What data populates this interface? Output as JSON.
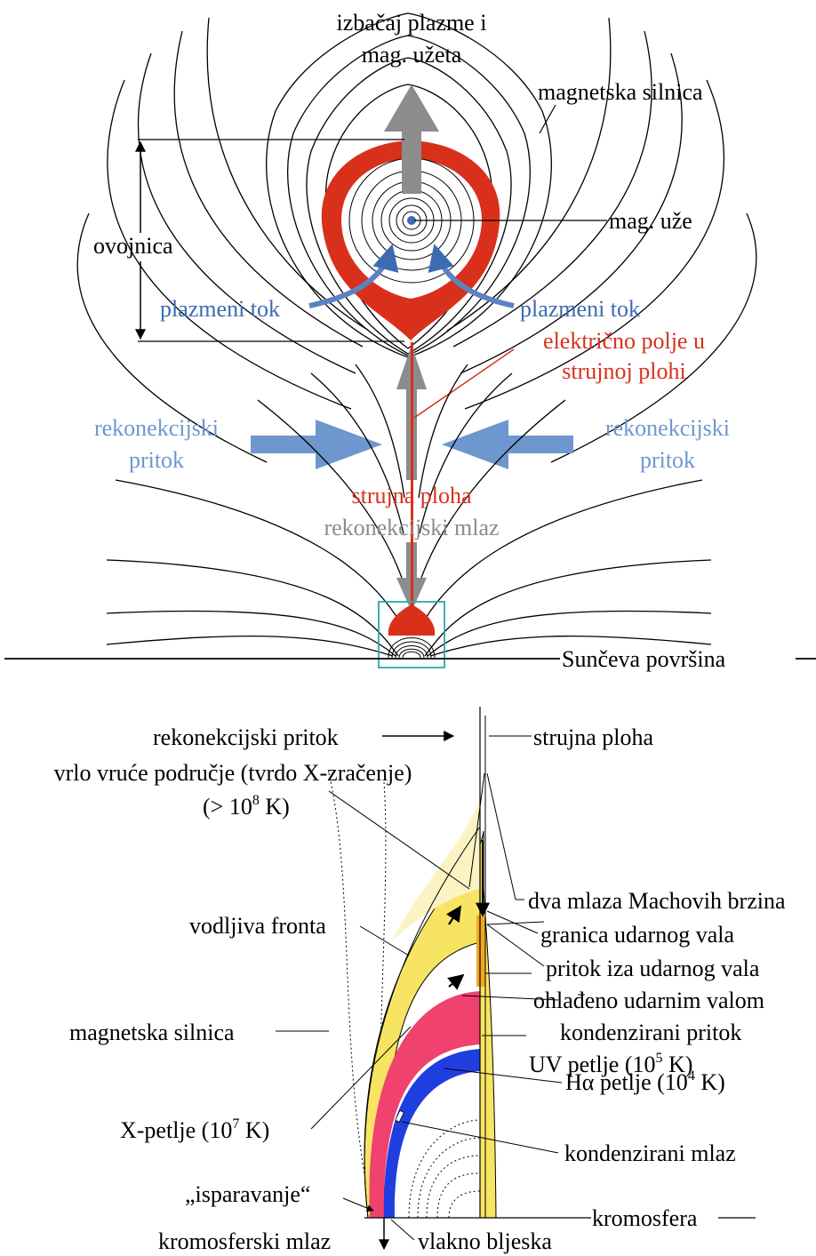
{
  "top": {
    "eruption_line1": "izbačaj plazme i",
    "eruption_line2": "mag. užeta",
    "field_line": "magnetska silnica",
    "envelope": "ovojnica",
    "flux_rope": "mag. uže",
    "plasma_flow_left": "plazmeni tok",
    "plasma_flow_right": "plazmeni tok",
    "efield_line1": "električno polje u",
    "efield_line2": "strujnoj plohi",
    "inflow_left_1": "rekonekcijski",
    "inflow_left_2": "pritok",
    "inflow_right_1": "rekonekcijski",
    "inflow_right_2": "pritok",
    "current_sheet": "strujna ploha",
    "reconnection_jet": "rekonekcijski mlaz",
    "sun_surface": "Sunčeva površina"
  },
  "bottom": {
    "inflow": "rekonekcijski pritok",
    "current_sheet": "strujna ploha",
    "hot_region": "vrlo vruće područje (tvrdo X-zračenje)",
    "hot_temp_prefix": "(> 10",
    "hot_temp_exp": "8",
    "hot_temp_suffix": " K)",
    "mach_jets": "dva mlaza Machovih brzina",
    "shock_boundary": "granica udarnog vala",
    "post_shock_inflow": "pritok iza udarnog vala",
    "shock_cooled": "ohlađeno udarnim valom",
    "conduction_front": "vodljiva fronta",
    "condensed_inflow": "kondenzirani pritok",
    "field_line": "magnetska silnica",
    "uv_loops_prefix": "UV petlje (10",
    "uv_loops_exp": "5",
    "uv_loops_suffix": " K)",
    "x_loops_prefix": "X-petlje (10",
    "x_loops_exp": "7",
    "x_loops_suffix": " K)",
    "ha_loops_prefix": "Hα petlje (10",
    "ha_loops_exp": "4",
    "ha_loops_suffix": " K)",
    "condensed_jet": "kondenzirani mlaz",
    "evaporation": "„isparavanje“",
    "chromosphere": "kromosfera",
    "chromo_jet": "kromosferski mlaz",
    "flare_ribbon": "vlakno bljeska"
  },
  "colors": {
    "red": "#d9301c",
    "blue": "#3d6bb3",
    "light_blue": "#6e97cf",
    "grey": "#8c8c8c",
    "yellow": "#f7e463",
    "orange": "#f2a81d",
    "pink": "#f0426e",
    "deep_blue": "#1f3ee0",
    "teal": "#2aa8a8"
  }
}
